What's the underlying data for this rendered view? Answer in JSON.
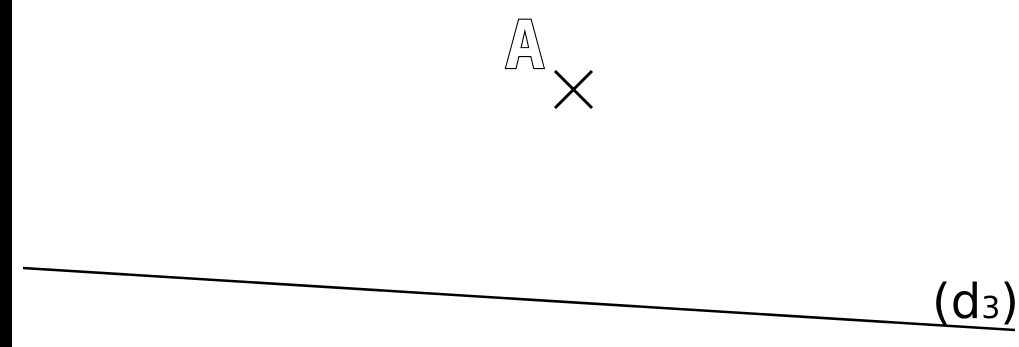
{
  "figure": {
    "point": {
      "label": "A",
      "marker": "cross-icon"
    },
    "line": {
      "label_main": "(d",
      "label_sub": "3",
      "label_close": ")"
    },
    "colors": {
      "ink": "#000000",
      "background": "#ffffff"
    }
  }
}
